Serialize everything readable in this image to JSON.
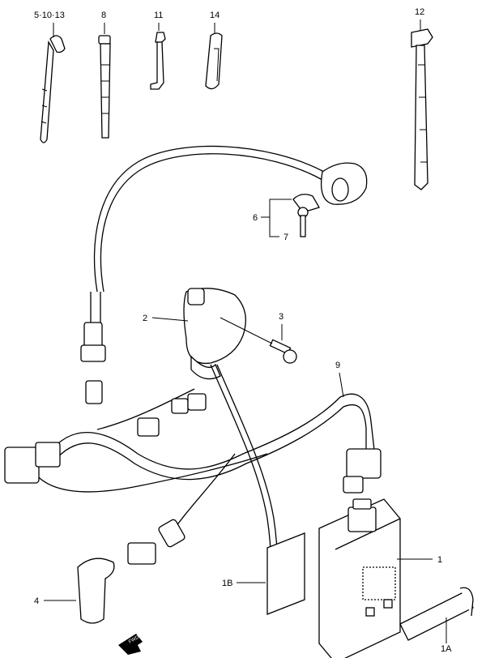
{
  "callouts": {
    "c_5_10_13": "5·10·13",
    "c_8": "8",
    "c_11": "11",
    "c_14": "14",
    "c_12": "12",
    "c_6": "6",
    "c_7": "7",
    "c_2": "2",
    "c_3": "3",
    "c_9": "9",
    "c_4": "4",
    "c_1": "1",
    "c_1B": "1B",
    "c_1A": "1A"
  },
  "fwd_label": "FWD"
}
